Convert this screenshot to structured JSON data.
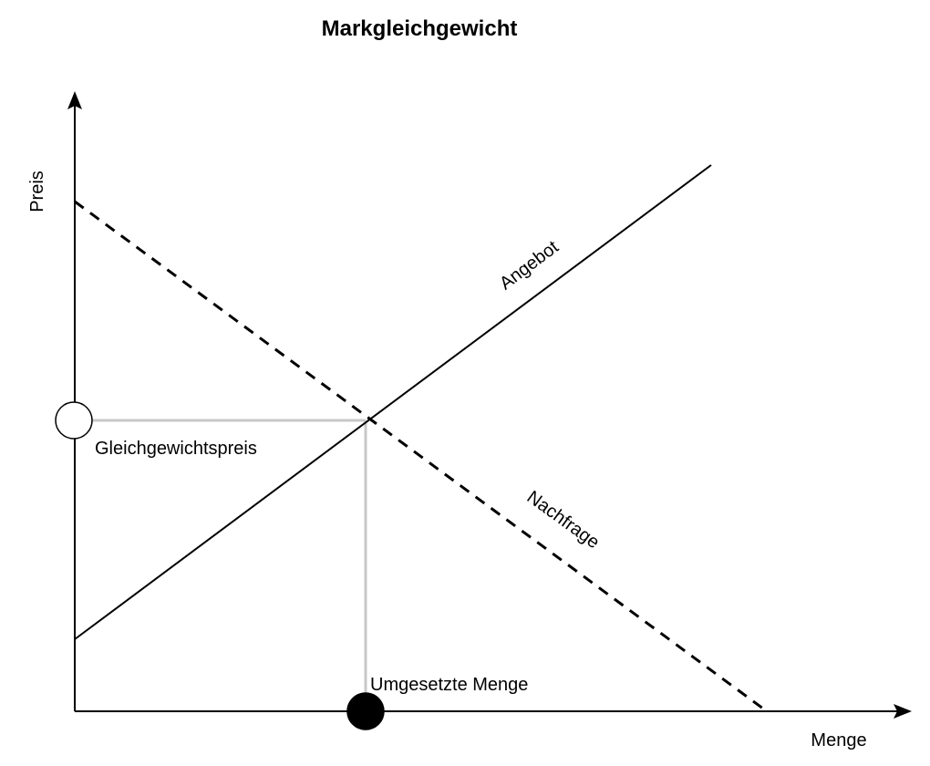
{
  "diagram": {
    "title": "Markgleichgewicht",
    "y_axis_label": "Preis",
    "x_axis_label": "Menge",
    "supply_label": "Angebot",
    "demand_label": "Nachfrage",
    "equilibrium_price_label": "Gleichgewichtspreis",
    "equilibrium_quantity_label": "Umgesetzte Menge"
  },
  "colors": {
    "curve": "#000000",
    "guide": "#c8c8c8",
    "price_marker_fill": "#ffffff",
    "quantity_marker_fill": "#000000"
  }
}
